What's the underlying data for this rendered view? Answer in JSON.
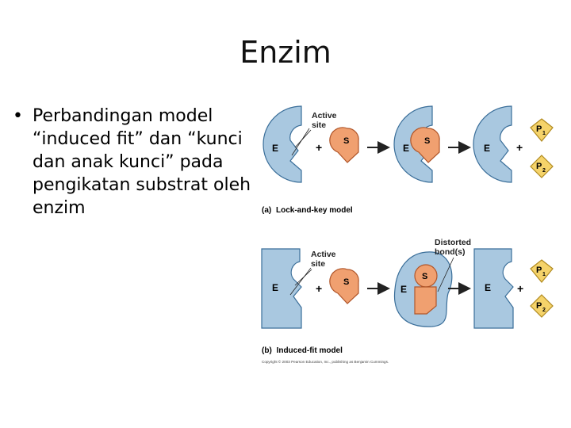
{
  "title": "Enzim",
  "bullet": "Perbandingan model “induced fit” dan “kunci dan anak kunci” pada pengikatan substrat oleh enzim",
  "diagram": {
    "lock_key": {
      "caption_prefix": "(a)",
      "caption_text": "Lock-and-key model",
      "active_site_line1": "Active",
      "active_site_line2": "site"
    },
    "induced_fit": {
      "caption_prefix": "(b)",
      "caption_text": "Induced-fit model",
      "active_site_line1": "Active",
      "active_site_line2": "site",
      "distorted_line1": "Distorted",
      "distorted_line2": "bond(s)"
    },
    "enzyme": "E",
    "substrate": "S",
    "plus": "+",
    "product1": "P",
    "product1_sub": "1",
    "product2": "P",
    "product2_sub": "2",
    "copyright": "Copyright © 2003 Pearson Education, Inc., publishing as Benjamin Cummings."
  },
  "colors": {
    "enzyme_fill": "#a9c8e0",
    "enzyme_stroke": "#3a6e99",
    "substrate_fill": "#f0a070",
    "substrate_stroke": "#b0562a",
    "product_fill": "#f5d36a",
    "product_stroke": "#b08a20"
  }
}
